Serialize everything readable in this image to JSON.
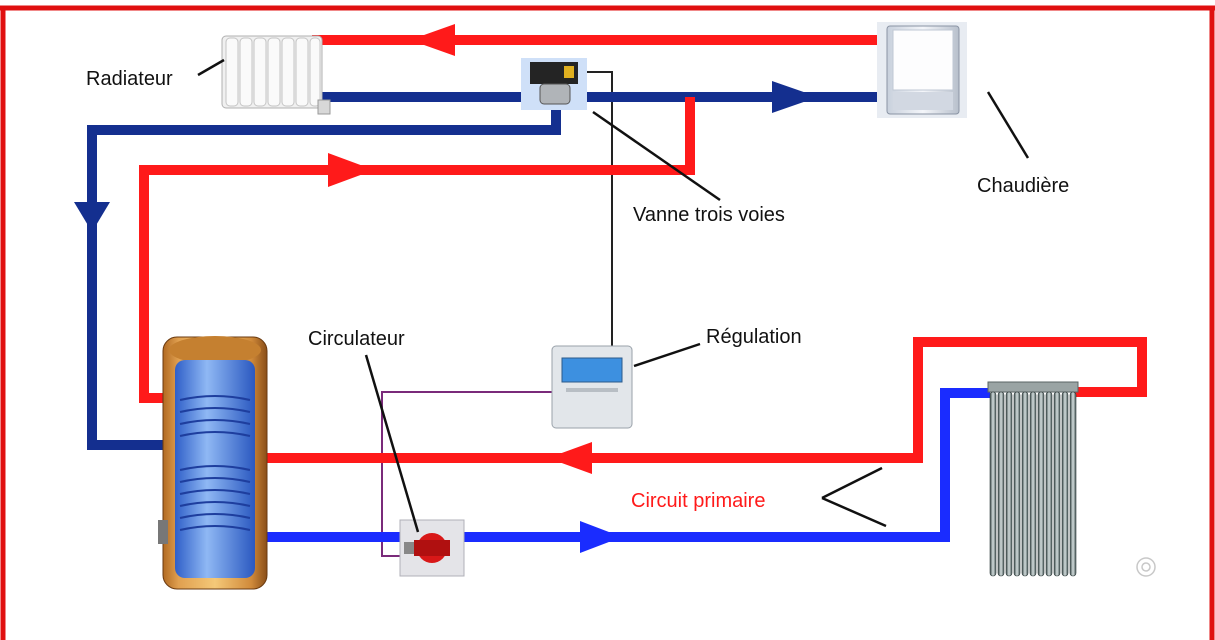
{
  "labels": {
    "radiator": "Radiateur",
    "boiler": "Chaudière",
    "three_way_valve": "Vanne trois voies",
    "circulator": "Circulateur",
    "regulation": "Régulation",
    "primary_circuit": "Circuit primaire"
  },
  "colors": {
    "frame": "#e01010",
    "hot_pipe": "#ff1a1a",
    "return_pipe": "#142f8f",
    "solar_cold_pipe": "#1a2cff",
    "wire": "#222222",
    "sensor_wire": "#7a2a7a",
    "primary_label": "#ff1a1a"
  },
  "icons": [
    "radiator-icon",
    "boiler-icon",
    "valve-icon",
    "controller-icon",
    "pump-icon",
    "tank-icon",
    "solar-collector-icon",
    "watermark-icon"
  ]
}
